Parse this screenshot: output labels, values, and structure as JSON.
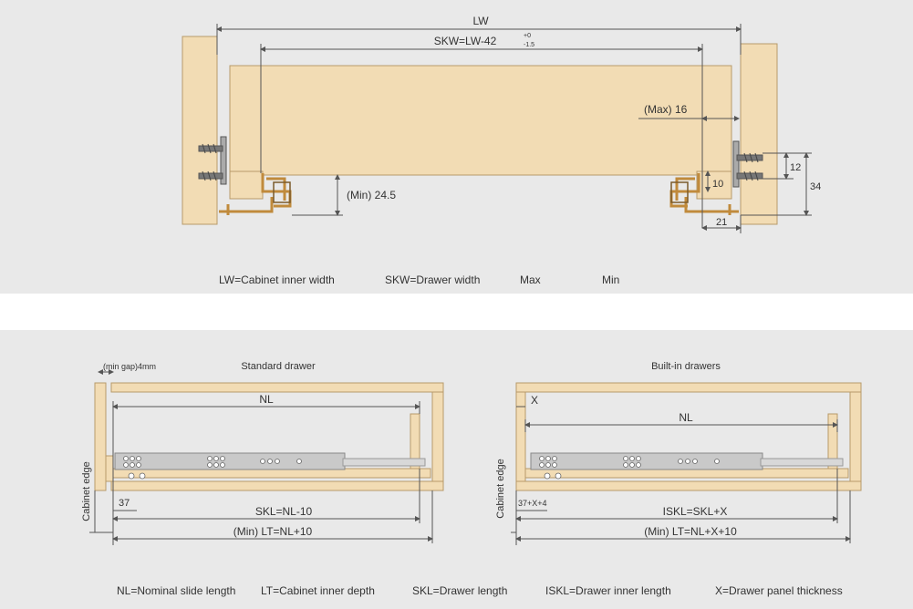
{
  "colors": {
    "panel_bg": "#e9e9e9",
    "separator": "#ffffff",
    "wood": "#f2dcb4",
    "wood_stroke": "#b89a6a",
    "bracket": "#c08a3c",
    "line": "#555555",
    "text": "#333333",
    "slide": "#c9c9c9"
  },
  "top": {
    "dims": {
      "lw": "LW",
      "skw": "SKW=LW-42",
      "skw_sup": "+0",
      "skw_sub": "-1.5",
      "max16": "(Max) 16",
      "min245": "(Min) 24.5",
      "d10": "10",
      "d12": "12",
      "d34": "34",
      "d21": "21"
    },
    "legend": [
      "LW=Cabinet inner width",
      "SKW=Drawer width",
      "Max",
      "Min"
    ]
  },
  "bottom": {
    "standard": {
      "title": "Standard drawer",
      "min_gap": "(min gap)4mm",
      "nl": "NL",
      "skl": "SKL=NL-10",
      "lt": "(Min) LT=NL+10",
      "offset": "37",
      "edge": "Cabinet edge"
    },
    "builtin": {
      "title": "Built-in drawers",
      "x": "X",
      "nl": "NL",
      "iskl": "ISKL=SKL+X",
      "lt": "(Min) LT=NL+X+10",
      "offset": "37+X+4",
      "edge": "Cabinet edge"
    },
    "legend": [
      "NL=Nominal slide length",
      "LT=Cabinet inner depth",
      "SKL=Drawer length",
      "ISKL=Drawer inner length",
      "X=Drawer panel thickness"
    ]
  }
}
